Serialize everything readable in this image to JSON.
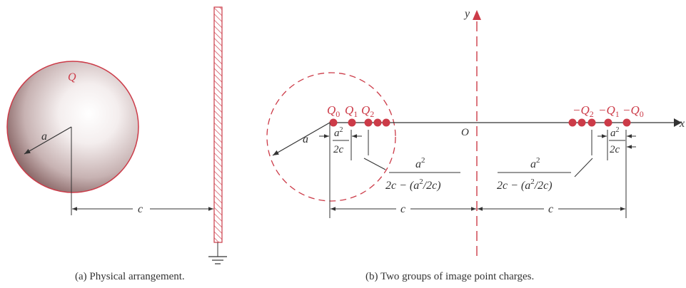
{
  "panel_a": {
    "sphere_charge": "Q",
    "radius_label": "a",
    "distance_label": "c",
    "caption": "(a) Physical arrangement."
  },
  "panel_b": {
    "axis_y": "y",
    "axis_x": "x",
    "origin": "O",
    "radius_label": "a",
    "left_charges": [
      "Q",
      "Q",
      "Q"
    ],
    "left_subscripts": [
      "0",
      "1",
      "2"
    ],
    "right_charges": [
      "−Q",
      "−Q",
      "−Q"
    ],
    "right_subscripts": [
      "2",
      "1",
      "0"
    ],
    "frac_small_num": "a",
    "frac_small_num_sup": "2",
    "frac_small_den": "2c",
    "frac_big_num": "a",
    "frac_big_num_sup": "2",
    "frac_big_den_pre": "2c − (a",
    "frac_big_den_sup": "2",
    "frac_big_den_post": "/2c)",
    "distance_left": "c",
    "distance_right": "c",
    "caption": "(b) Two groups of image point charges."
  },
  "colors": {
    "accent": "#cc3b48",
    "ink": "#333333"
  }
}
